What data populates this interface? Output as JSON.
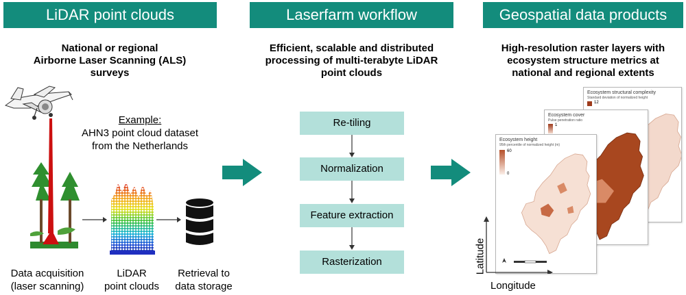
{
  "columns": {
    "lidar": {
      "header": "LiDAR point clouds",
      "subtitle_lines": [
        "National or regional",
        "Airborne Laser Scanning (ALS)",
        "surveys"
      ],
      "example_label": "Example:",
      "example_lines": [
        "AHN3 point cloud dataset",
        "from the Netherlands"
      ],
      "captions": [
        {
          "lines": [
            "Data acquisition",
            "(laser scanning)"
          ]
        },
        {
          "lines": [
            "LiDAR",
            "point clouds"
          ]
        },
        {
          "lines": [
            "Retrieval to",
            "data storage"
          ]
        }
      ]
    },
    "workflow": {
      "header": "Laserfarm workflow",
      "subtitle_lines": [
        "Efficient, scalable and distributed",
        "processing of multi-terabyte LiDAR",
        "point clouds"
      ],
      "steps": [
        "Re-tiling",
        "Normalization",
        "Feature extraction",
        "Rasterization"
      ]
    },
    "products": {
      "header": "Geospatial data products",
      "subtitle_lines": [
        "High-resolution raster layers with",
        "ecosystem structure metrics at",
        "national and regional extents"
      ],
      "maps": [
        {
          "title": "Ecosystem structural complexity",
          "subtitle": "Standard deviation of normalized height",
          "legend_max": "12",
          "legend_min": ""
        },
        {
          "title": "Ecosystem cover",
          "subtitle": "Pulse penetration ratio",
          "legend_max": "1",
          "legend_min": ""
        },
        {
          "title": "Ecosystem height",
          "subtitle": "95th percentile of normalized height (m)",
          "legend_max": "60",
          "legend_min": "0"
        }
      ],
      "y_axis_label": "Latitude",
      "x_axis_label": "Longitude"
    }
  },
  "colors": {
    "header_bg": "#138c7c",
    "arrow": "#138c7c",
    "step_bg": "#b3e0da",
    "map_light": "#f3d9cc",
    "map_medium": "#d98a66",
    "map_dark": "#9e3b1c",
    "laser_beam": "#cc1010"
  },
  "icons": [
    "airplane-icon",
    "trees-icon",
    "point-cloud-icon",
    "database-icon",
    "arrow-right-icon",
    "north-arrow-icon",
    "scale-bar-icon"
  ]
}
